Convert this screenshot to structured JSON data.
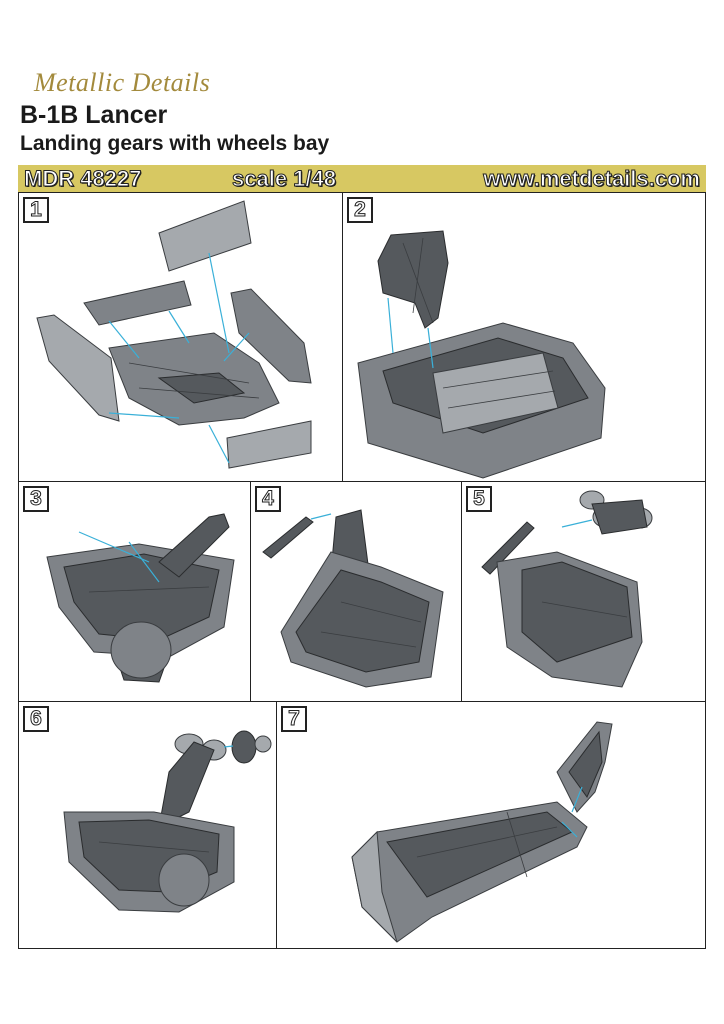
{
  "header": {
    "brand": "Metallic Details",
    "title": "B-1B Lancer",
    "subtitle": "Landing gears with wheels bay"
  },
  "band": {
    "code": "MDR 48227",
    "scale": "scale 1/48",
    "url": "www.metdetails.com"
  },
  "steps": [
    "1",
    "2",
    "3",
    "4",
    "5",
    "6",
    "7"
  ],
  "colors": {
    "band": "#d7c862",
    "brand": "#a38a3c",
    "part_gray": "#7f8388",
    "guide_line": "#3ab0d8"
  }
}
